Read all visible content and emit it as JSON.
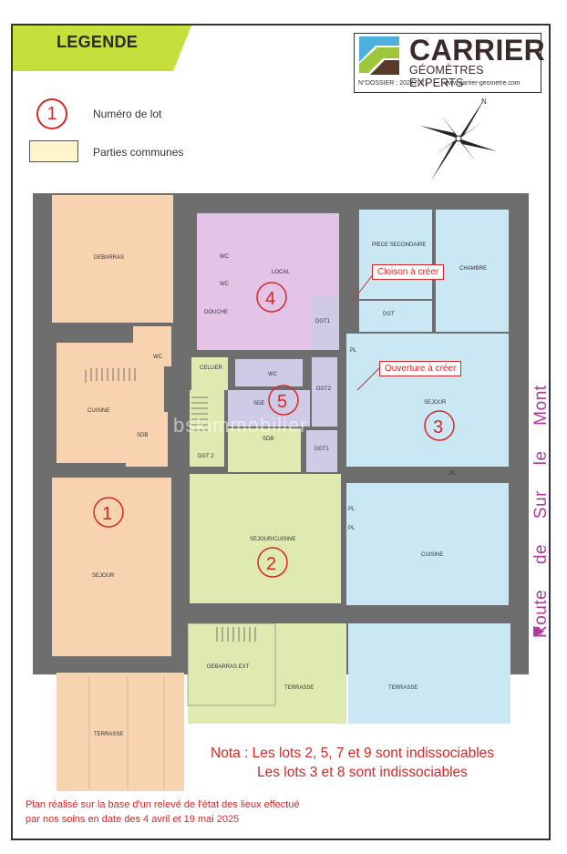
{
  "legend": {
    "title": "LEGENDE",
    "lot_number_sample": "1",
    "lot_number_label": "Numéro de lot",
    "common_parts_label": "Parties communes",
    "banner_color": "#c7df3a",
    "common_parts_color": "#fff5cc"
  },
  "logo": {
    "name": "CARRIER",
    "subtitle": "GÉOMÈTRES EXPERTS",
    "dossier": "N°DOSSIER : 20227021",
    "url": "www.carrier-geometre.com"
  },
  "compass": {
    "north_label": "N"
  },
  "rooms": {
    "debarras": "DEBARRAS",
    "wc_lot1": "WC",
    "cuisine_lot1": "CUISINE",
    "sdb_lot1": "SDB",
    "sejour_lot1": "SEJOUR",
    "terrasse_lot1": "TERRASSE",
    "wc_a": "WC",
    "wc_b": "WC",
    "douche": "DOUCHE",
    "local": "LOCAL",
    "dgt1_lot4": "DGT1",
    "cellier": "CELLIER",
    "wc_lot5": "WC",
    "sde": "SDE",
    "dgt2_upper": "DGT2",
    "sdb_lot5": "SDB",
    "dgt2_lower": "DGT 2",
    "dgt1_lot5": "DGT1",
    "sejour_cuisine": "SEJOUR/CUISINE",
    "piece_secondaire": "PIECE SECONDAIRE",
    "chambre": "CHAMBRE",
    "dgt_lot3": "DGT",
    "pl_1": "PL",
    "sejour_lot3": "SEJOUR",
    "pl_2": "PL",
    "pl_3": "PL",
    "pl_4": "PL",
    "cuisine_lot3": "CUISINE",
    "debarras_ext": "DEBARRAS EXT",
    "terrasse_mid": "TERRASSE",
    "terrasse_right": "TERRASSE"
  },
  "lots": [
    "1",
    "2",
    "3",
    "4",
    "5"
  ],
  "callouts": {
    "cloison": "Cloison à créer",
    "ouverture": "Ouverture à créer"
  },
  "watermark": "bskimmobilier",
  "street": "Route de Sur le Mont",
  "nota": {
    "line1": "Nota : Les lots 2, 5, 7 et 9 sont indissociables",
    "line2": "Les lots 3 et 8 sont indissociables"
  },
  "footer": {
    "line1": "Plan réalisé sur la base d'un relevé de l'état des lieux effectué",
    "line2": "par nos soins en date des 4 avril et 19 mai 2025"
  },
  "colors": {
    "lot1": "#f8d3b0",
    "lot2": "#dfeab0",
    "lot3": "#c9e8f3",
    "lot4": "#e3c4e6",
    "lot5": "#cfcbe6",
    "walls": "#6e6e6e",
    "accent": "#d62828",
    "street": "#b03aa0"
  }
}
